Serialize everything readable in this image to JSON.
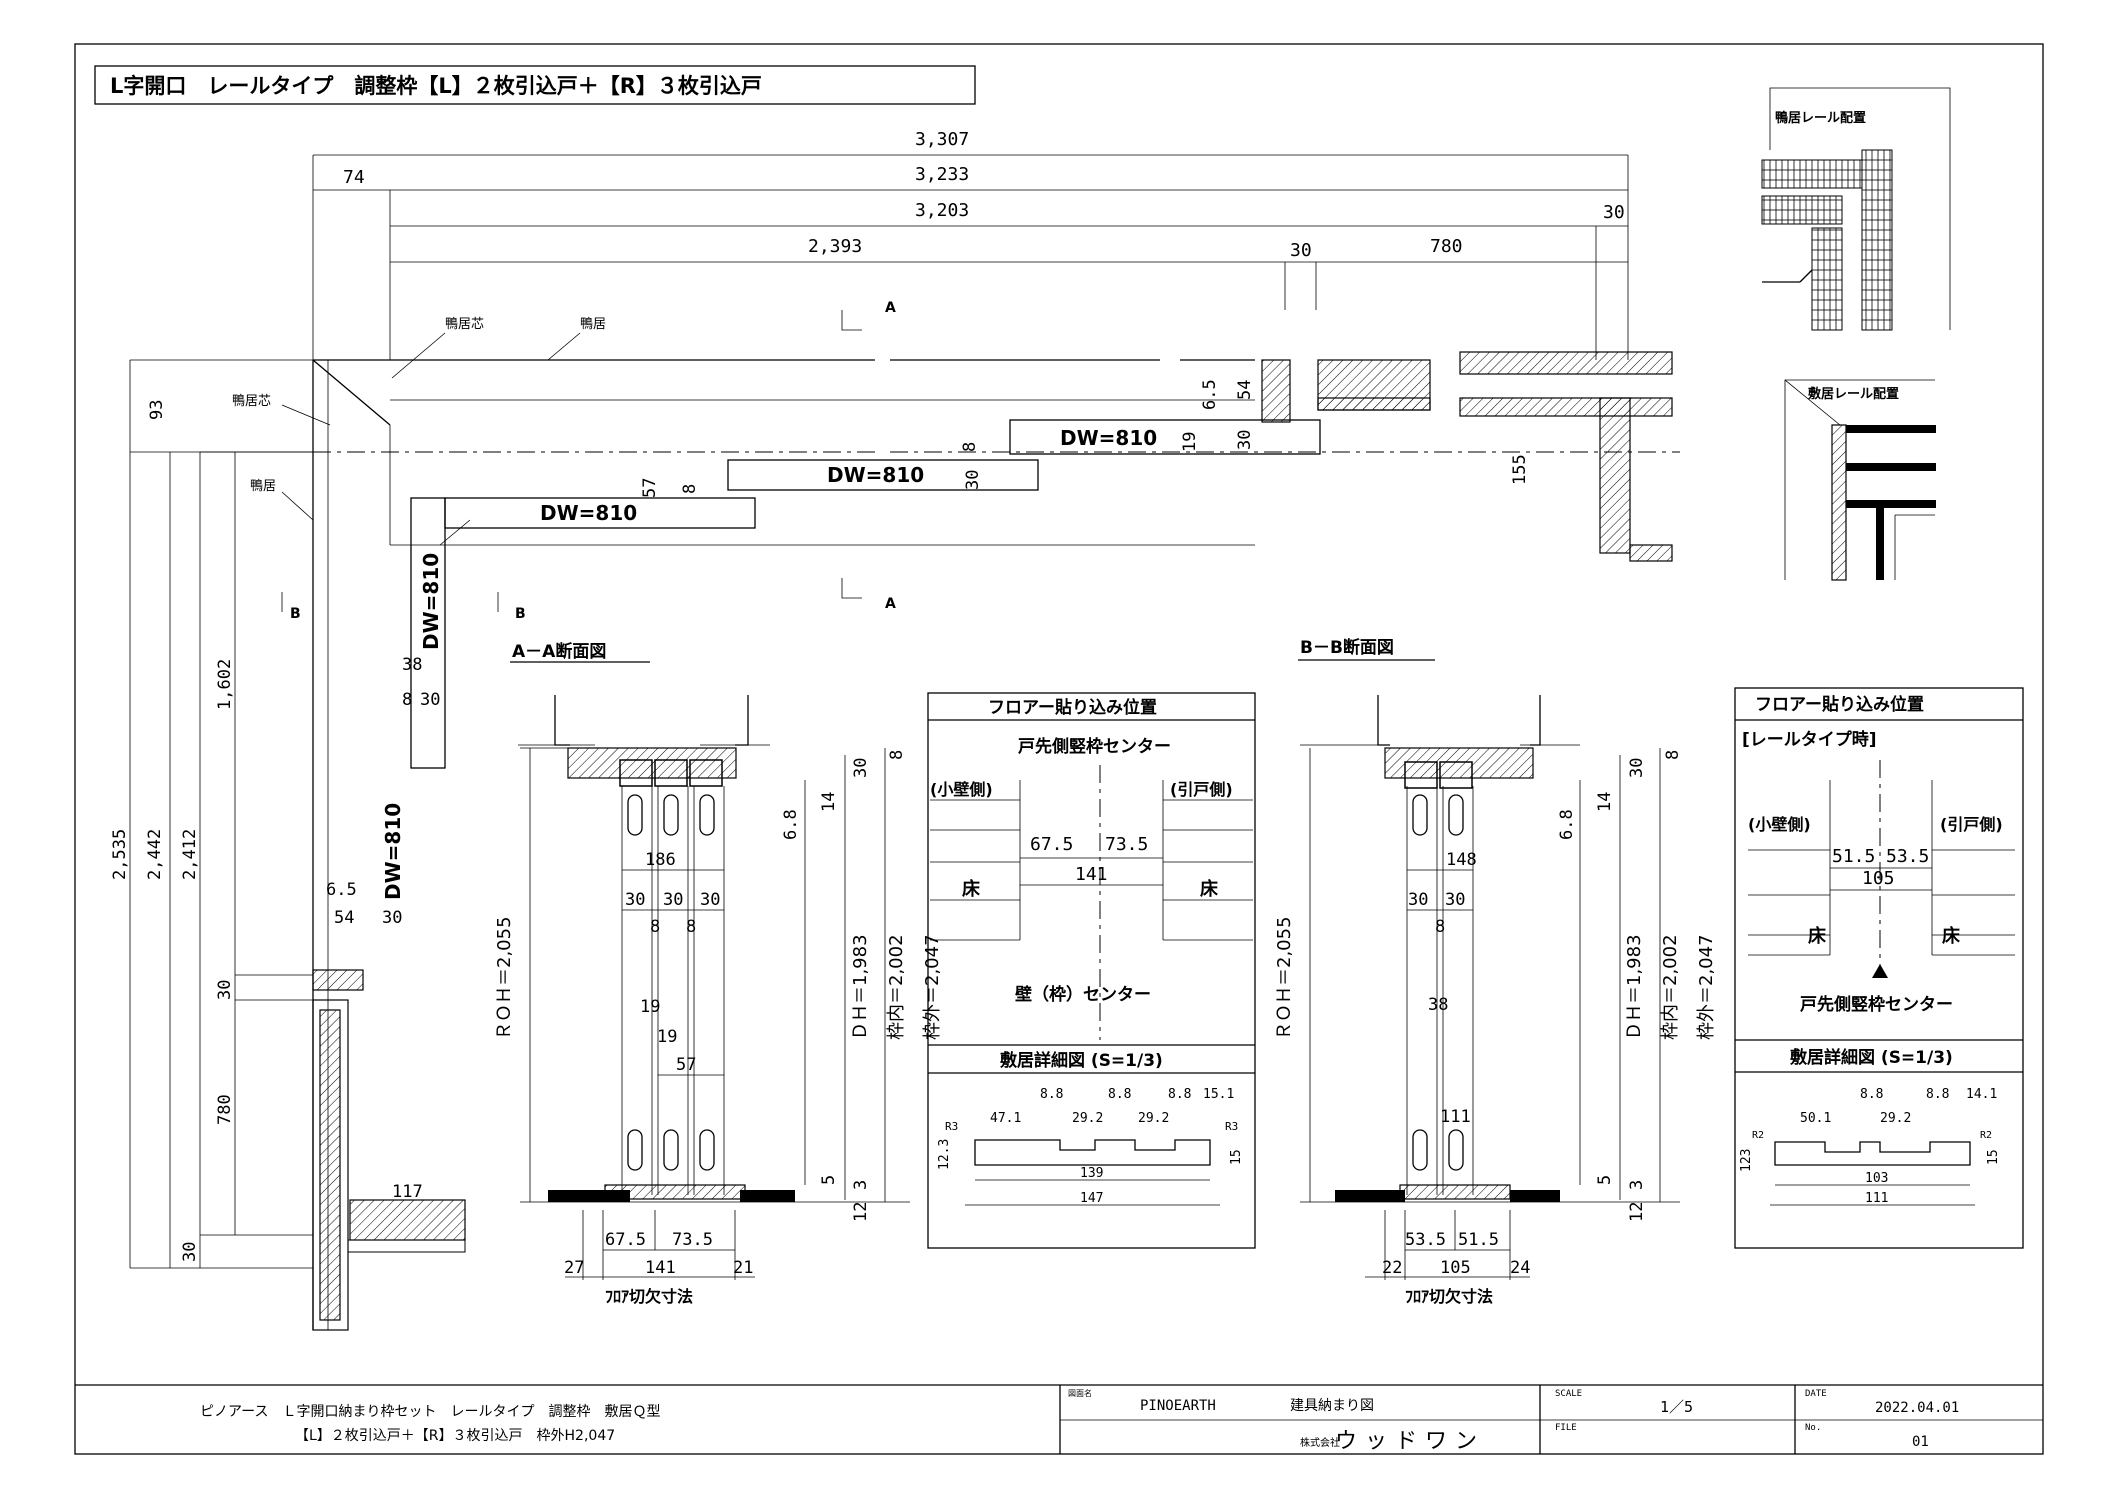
{
  "title": "L字開口　レールタイプ　調整枠【L】２枚引込戸＋【R】３枚引込戸",
  "plan": {
    "dims_top": [
      "3,307",
      "3,233",
      "3,203",
      "2,393",
      "30",
      "780",
      "74",
      "30"
    ],
    "labels": {
      "kamoi_shin_top": "鴨居芯",
      "kamoi_top": "鴨居",
      "kamoi_shin_left": "鴨居芯",
      "kamoi_left": "鴨居",
      "section_a": "A",
      "section_b": "B"
    },
    "dw": [
      "DW=810",
      "DW=810",
      "DW=810",
      "DW=810",
      "DW=810"
    ],
    "small_dims": [
      "6.5",
      "54",
      "30",
      "8",
      "19",
      "57",
      "8",
      "30",
      "155",
      "38",
      "8",
      "30",
      "6.5",
      "54",
      "30",
      "117"
    ],
    "left_dims": [
      "93",
      "2,535",
      "2,442",
      "2,412",
      "1,602",
      "30",
      "780",
      "30"
    ]
  },
  "inset_top": {
    "title": "鴨居レール配置"
  },
  "inset_bottom": {
    "title": "敷居レール配置"
  },
  "section_aa": {
    "title": "A－A断面図",
    "roh": "ＲＯＨ＝2,055",
    "dh": "ＤＨ＝1,983",
    "waku_in": "枠内＝2,002",
    "waku_out": "枠外＝2,047",
    "dims": [
      "186",
      "30",
      "30",
      "30",
      "8",
      "8",
      "19",
      "19",
      "57",
      "6.8",
      "14",
      "30",
      "8",
      "5",
      "3",
      "12"
    ],
    "floor_dims": [
      "67.5",
      "73.5",
      "27",
      "141",
      "21"
    ],
    "floor_caption": "ﾌﾛｱ切欠寸法"
  },
  "floor_box_a": {
    "title": "フロアー貼り込み位置",
    "center": "戸先側竪枠センター",
    "left": "(小壁側)",
    "right": "(引戸側)",
    "d1": "67.5",
    "d2": "73.5",
    "total": "141",
    "floor_l": "床",
    "floor_r": "床",
    "wall_center": "壁（枠）センター",
    "detail": "敷居詳細図 (S=1/3)",
    "detail_dims": [
      "8.8",
      "8.8",
      "8.8",
      "15.1",
      "47.1",
      "29.2",
      "29.2",
      "R3",
      "R3",
      "12.3",
      "15",
      "139",
      "147"
    ]
  },
  "section_bb": {
    "title": "B－B断面図",
    "roh": "ＲＯＨ＝2,055",
    "dh": "ＤＨ＝1,983",
    "waku_in": "枠内＝2,002",
    "waku_out": "枠外＝2,047",
    "dims": [
      "148",
      "30",
      "30",
      "8",
      "38",
      "111",
      "6.8",
      "14",
      "30",
      "8",
      "5",
      "3",
      "12"
    ],
    "floor_dims": [
      "53.5",
      "51.5",
      "22",
      "105",
      "24"
    ],
    "floor_caption": "ﾌﾛｱ切欠寸法"
  },
  "floor_box_b": {
    "title": "フロアー貼り込み位置",
    "subtitle": "[レールタイプ時]",
    "left": "(小壁側)",
    "right": "(引戸側)",
    "d1": "51.5",
    "d2": "53.5",
    "total": "105",
    "floor_l": "床",
    "floor_r": "床",
    "center": "戸先側竪枠センター",
    "detail": "敷居詳細図 (S=1/3)",
    "detail_dims": [
      "8.8",
      "8.8",
      "14.1",
      "50.1",
      "29.2",
      "R2",
      "R2",
      "123",
      "15",
      "103",
      "111"
    ]
  },
  "title_block": {
    "line1": "ピノアース　Ｌ字開口納まり枠セット　レールタイプ　調整枠　敷居Ｑ型",
    "line2": "【L】２枚引込戸＋【R】３枚引込戸　枠外H2,047",
    "product_label": "図面名",
    "product": "PINOEARTH",
    "drawing": "建具納まり図",
    "company_label": "株式会社",
    "company": "ウッドワン",
    "scale_label": "SCALE",
    "scale": "1／5",
    "file_label": "FILE",
    "date_label": "DATE",
    "date": "2022.04.01",
    "no_label": "No.",
    "no": "01"
  }
}
